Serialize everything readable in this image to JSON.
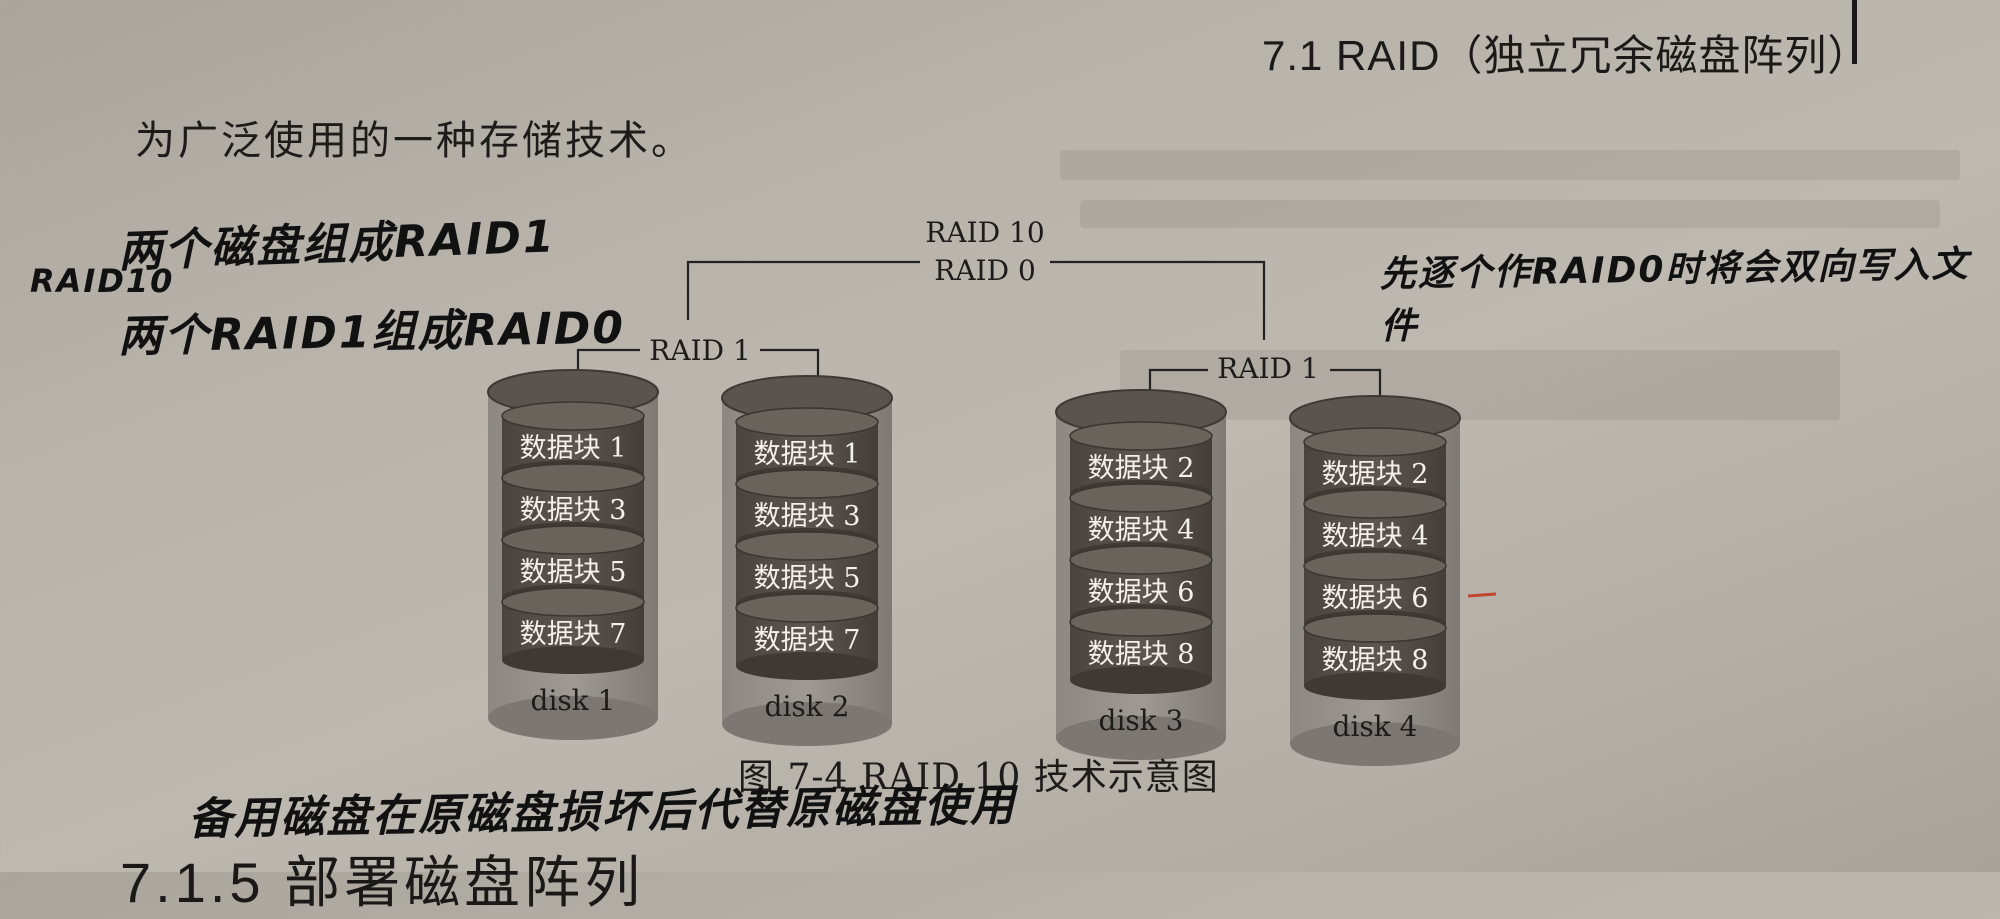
{
  "header": {
    "running_head": "7.1  RAID（独立冗余磁盘阵列）"
  },
  "body_text": "为广泛使用的一种存储技术。",
  "annotations": {
    "left_line1": "两个磁盘组成RAID1",
    "left_prefix": "RAID10",
    "left_line2": "两个RAID1组成RAID0",
    "right_note": "先逐个作RAID0时将会双向写入文件",
    "bottom_note": "备用磁盘在原磁盘损坏后代替原磁盘使用"
  },
  "diagram": {
    "top_label": "RAID 10",
    "mid_label": "RAID 0",
    "groups": [
      {
        "label": "RAID 1"
      },
      {
        "label": "RAID 1"
      }
    ],
    "disks": [
      {
        "name": "disk 1",
        "blocks": [
          "数据块 1",
          "数据块 3",
          "数据块 5",
          "数据块 7"
        ]
      },
      {
        "name": "disk 2",
        "blocks": [
          "数据块 1",
          "数据块 3",
          "数据块 5",
          "数据块 7"
        ]
      },
      {
        "name": "disk 3",
        "blocks": [
          "数据块 2",
          "数据块 4",
          "数据块 6",
          "数据块 8"
        ]
      },
      {
        "name": "disk 4",
        "blocks": [
          "数据块 2",
          "数据块 4",
          "数据块 6",
          "数据块 8"
        ]
      }
    ]
  },
  "caption": "图 7-4    RAID 10 技术示意图",
  "section_fragment": "7.1.5   部署磁盘阵列"
}
